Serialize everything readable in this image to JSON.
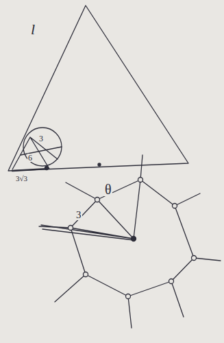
{
  "diagram": {
    "labels": [
      "l",
      "3",
      "6",
      "3√3",
      "θ",
      "3"
    ]
  }
}
